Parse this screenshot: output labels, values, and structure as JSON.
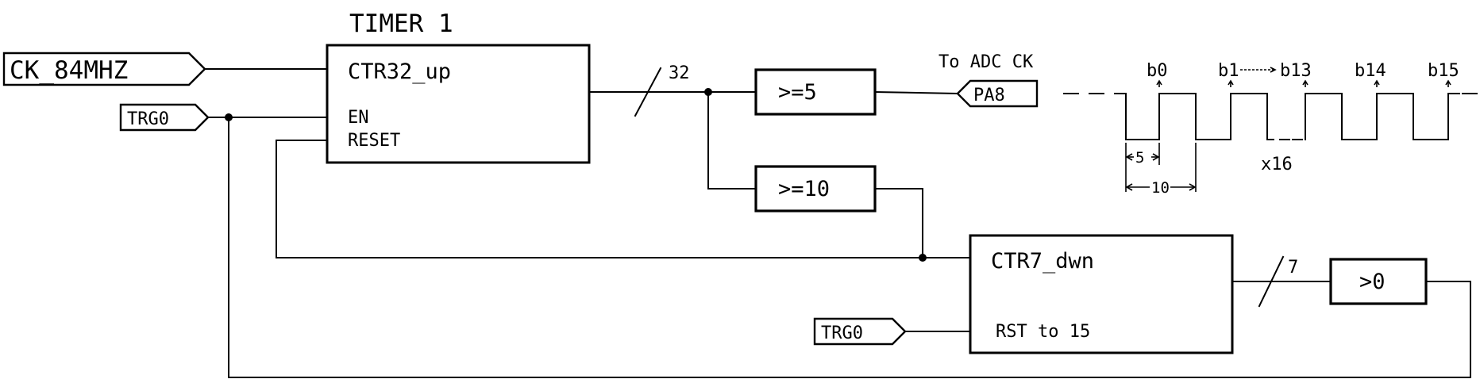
{
  "title": "TIMER 1",
  "ports": {
    "clock_in": "CK_84MHZ",
    "trigger_top": "TRG0",
    "trigger_bottom": "TRG0",
    "adc_out": "PA8"
  },
  "blocks": {
    "ctr32": {
      "name": "CTR32_up",
      "pin_en": "EN",
      "pin_reset": "RESET"
    },
    "ctr7": {
      "name": "CTR7_dwn",
      "pin_rst": "RST to 15"
    }
  },
  "comparators": {
    "ge5": ">=5",
    "ge10": ">=10",
    "gt0": ">0"
  },
  "bus_widths": {
    "ctr32_out": "32",
    "ctr7_out": "7"
  },
  "adc_label": "To ADC CK",
  "waveform": {
    "bits": [
      "b0",
      "b1",
      "b13",
      "b14",
      "b15"
    ],
    "dim_5": "5",
    "dim_10": "10",
    "repeat": "x16"
  }
}
